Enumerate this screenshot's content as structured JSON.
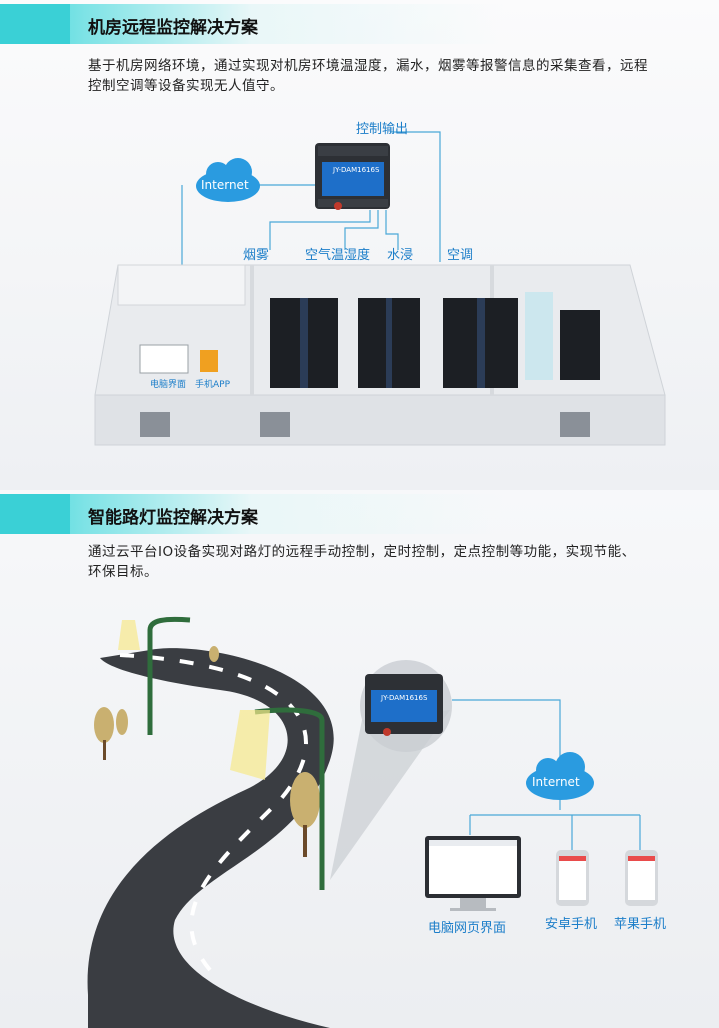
{
  "section1": {
    "title": "机房远程监控解决方案",
    "description": "基于机房网络环境，通过实现对机房环境温湿度，漏水，烟雾等报警信息的采集查看，远程控制空调等设备实现无人值守。",
    "cloud_label": "Internet",
    "control_output": "控制输出",
    "device_model": "JY-DAM1616S",
    "sensors": [
      "烟雾",
      "空气温湿度",
      "水浸",
      "空调"
    ],
    "pc_label": "电脑界面",
    "app_label": "手机APP"
  },
  "section2": {
    "title": "智能路灯监控解决方案",
    "description": "通过云平台IO设备实现对路灯的远程手动控制，定时控制，定点控制等功能，实现节能、环保目标。",
    "cloud_label": "Internet",
    "device_model": "JY-DAM1616S",
    "clients": [
      "电脑网页界面",
      "安卓手机",
      "苹果手机"
    ]
  },
  "colors": {
    "accent": "#3ad0d6",
    "link": "#1c7ec9"
  }
}
